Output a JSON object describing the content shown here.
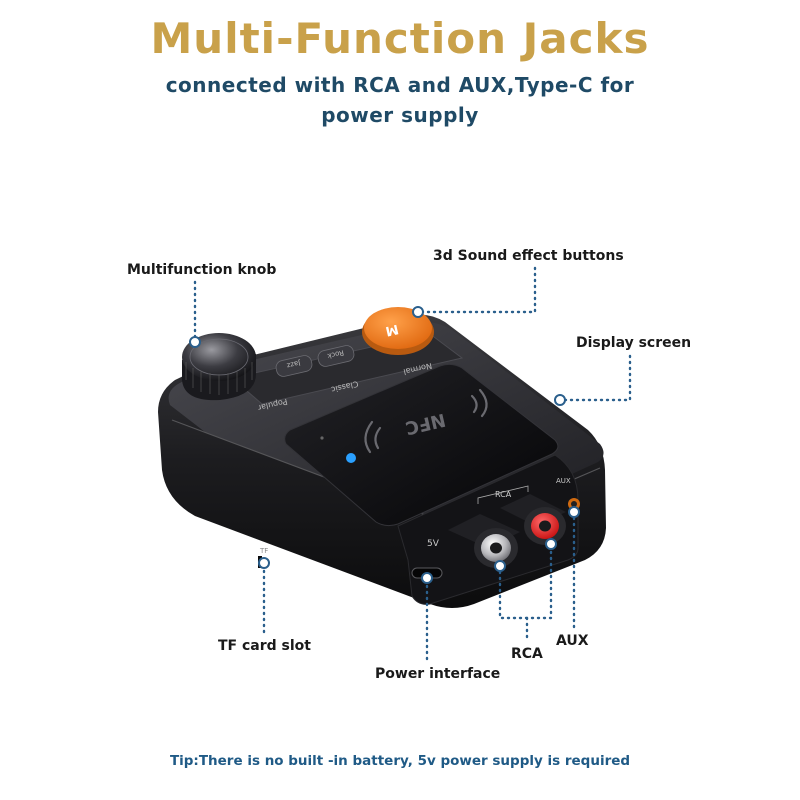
{
  "header": {
    "title": "Multi-Function Jacks",
    "subtitle_line1": "connected with RCA and AUX,Type-C for",
    "subtitle_line2": "power supply"
  },
  "callouts": {
    "multifunction_knob": "Multifunction knob",
    "sound_buttons": "3d Sound effect buttons",
    "display_screen": "Display screen",
    "tf_slot": "TF card slot",
    "power_interface": "Power interface",
    "rca": "RCA",
    "aux": "AUX"
  },
  "device": {
    "nfc_text": "NFC",
    "m_button": "M",
    "mode_labels": [
      "Popular",
      "Classic",
      "Normal"
    ],
    "button_labels": [
      "Jazz",
      "Rock"
    ],
    "port_labels": {
      "rca": "RCA",
      "aux": "AUX",
      "tf": "TF",
      "power": "5V"
    }
  },
  "footer": {
    "tip": "Tip:There is no built -in battery, 5v power supply is required"
  },
  "colors": {
    "title_gold": "#c9a14a",
    "subtitle_teal": "#1f4a66",
    "tip_blue": "#1f5a86",
    "callout_dots": "#2a5f8c",
    "orange_button": "#f07a1c",
    "device_body": "#1b1b1d"
  }
}
